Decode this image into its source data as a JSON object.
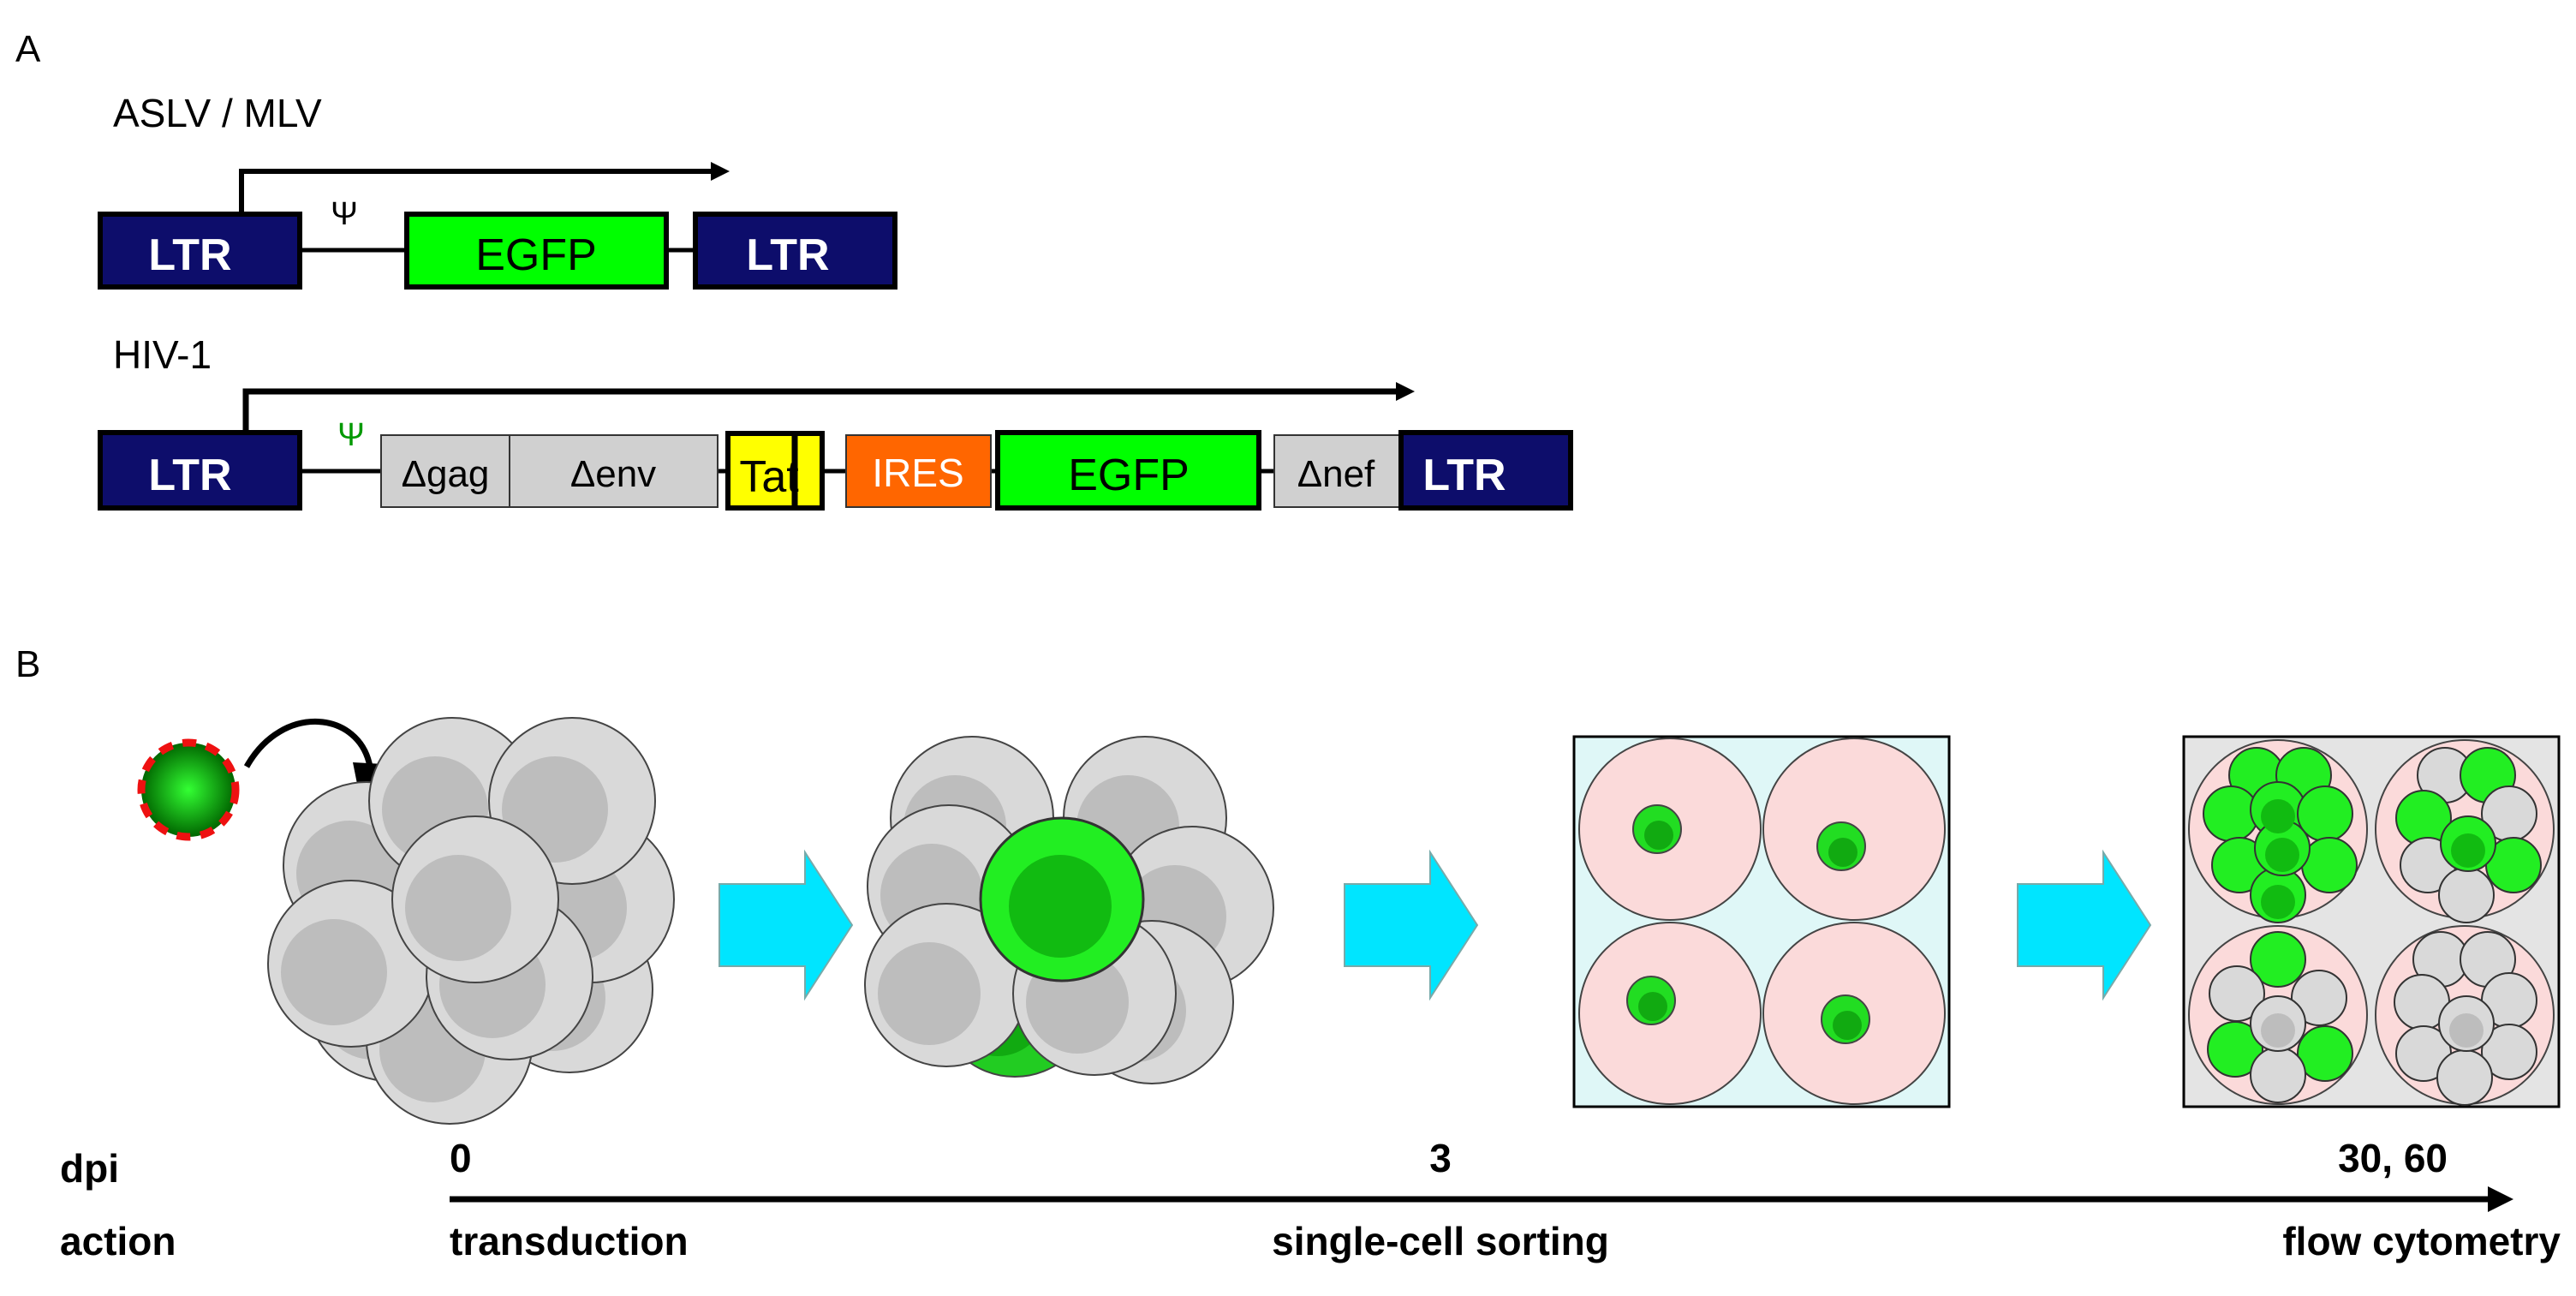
{
  "panel_a": {
    "label": "A",
    "construct1": {
      "title": "ASLV / MLV",
      "psi": "Ψ",
      "ltr_left": "LTR",
      "egfp": "EGFP",
      "ltr_right": "LTR"
    },
    "construct2": {
      "title": "HIV-1",
      "psi": "Ψ",
      "ltr_left": "LTR",
      "gag": "Δgag",
      "env": "Δenv",
      "tat": "Tat",
      "ires": "IRES",
      "egfp": "EGFP",
      "nef": "Δnef",
      "ltr_right": "LTR"
    }
  },
  "panel_b": {
    "label": "B",
    "timeline": {
      "dpi_label": "dpi",
      "action_label": "action",
      "steps": [
        {
          "dpi": "0",
          "action": "transduction"
        },
        {
          "dpi": "3",
          "action": "single-cell sorting"
        },
        {
          "dpi": "30, 60",
          "action": "flow cytometry"
        }
      ]
    }
  },
  "colors": {
    "ltr": "#0d0d6b",
    "egfp": "#00ff00",
    "deleted_gene": "#d0d0d0",
    "tat": "#ffff00",
    "ires": "#ff6600",
    "process_arrow": "#00e5ff",
    "cell_grey": "#d8d8d8",
    "cell_green": "#22cc22",
    "well_pink": "#fbdada",
    "plate_cyan": "#dff7f7"
  }
}
